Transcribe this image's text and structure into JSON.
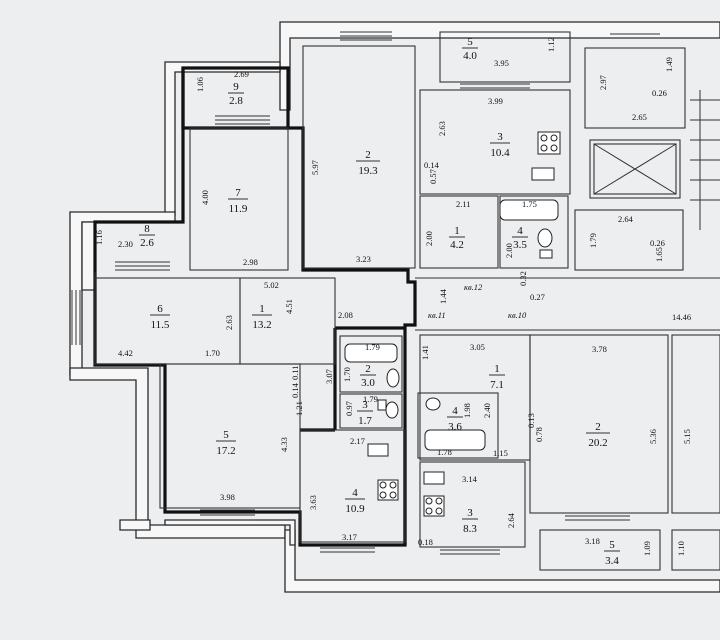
{
  "colors": {
    "paper": "#eceef0",
    "wall": "#111111"
  },
  "rooms": [
    {
      "id": "bal9",
      "num": "9",
      "area": "2.8"
    },
    {
      "id": "r7",
      "num": "7",
      "area": "11.9"
    },
    {
      "id": "r2top",
      "num": "2",
      "area": "19.3"
    },
    {
      "id": "bal5top",
      "num": "5",
      "area": "4.0"
    },
    {
      "id": "r3top",
      "num": "3",
      "area": "10.4"
    },
    {
      "id": "r1top",
      "num": "1",
      "area": "4.2"
    },
    {
      "id": "r4top",
      "num": "4",
      "area": "3.5"
    },
    {
      "id": "bal8",
      "num": "8",
      "area": "2.6"
    },
    {
      "id": "r6",
      "num": "6",
      "area": "11.5"
    },
    {
      "id": "r1mid",
      "num": "1",
      "area": "13.2"
    },
    {
      "id": "r2bath",
      "num": "2",
      "area": "3.0"
    },
    {
      "id": "r3wc",
      "num": "3",
      "area": "1.7"
    },
    {
      "id": "r5",
      "num": "5",
      "area": "17.2"
    },
    {
      "id": "r4kit",
      "num": "4",
      "area": "10.9"
    },
    {
      "id": "r1hall",
      "num": "1",
      "area": "7.1"
    },
    {
      "id": "r4bath",
      "num": "4",
      "area": "3.6"
    },
    {
      "id": "r3kit",
      "num": "3",
      "area": "8.3"
    },
    {
      "id": "r2right",
      "num": "2",
      "area": "20.2"
    },
    {
      "id": "bal5bot",
      "num": "5",
      "area": "3.4"
    }
  ],
  "dims": [
    "2.69",
    "1.06",
    "4.00",
    "2.98",
    "5.97",
    "3.23",
    "3.95",
    "1.12",
    "3.99",
    "2.63",
    "0.14",
    "0.57",
    "2.11",
    "1.75",
    "2.00",
    "2.00",
    "2.97",
    "1.49",
    "0.26",
    "2.65",
    "2.64",
    "1.79",
    "0.26",
    "1.65",
    "1.16",
    "2.30",
    "5.02",
    "4.51",
    "2.08",
    "2.63",
    "4.42",
    "1.70",
    "1.79",
    "1.70",
    "3.07",
    "0.11",
    "0.14",
    "0.97",
    "1.79",
    "1.21",
    "4.33",
    "3.98",
    "2.17",
    "3.63",
    "3.17",
    "1.44",
    "1.41",
    "3.05",
    "1.98",
    "2.40",
    "1.78",
    "1.15",
    "3.14",
    "2.64",
    "0.18",
    "3.78",
    "0.13",
    "0.78",
    "5.36",
    "5.15",
    "3.18",
    "1.09",
    "1.10",
    "14.46",
    "0.27",
    "0.32"
  ],
  "labels": {
    "corr12": "кв.12",
    "corr11": "кв.11",
    "corr10": "кв.10"
  }
}
